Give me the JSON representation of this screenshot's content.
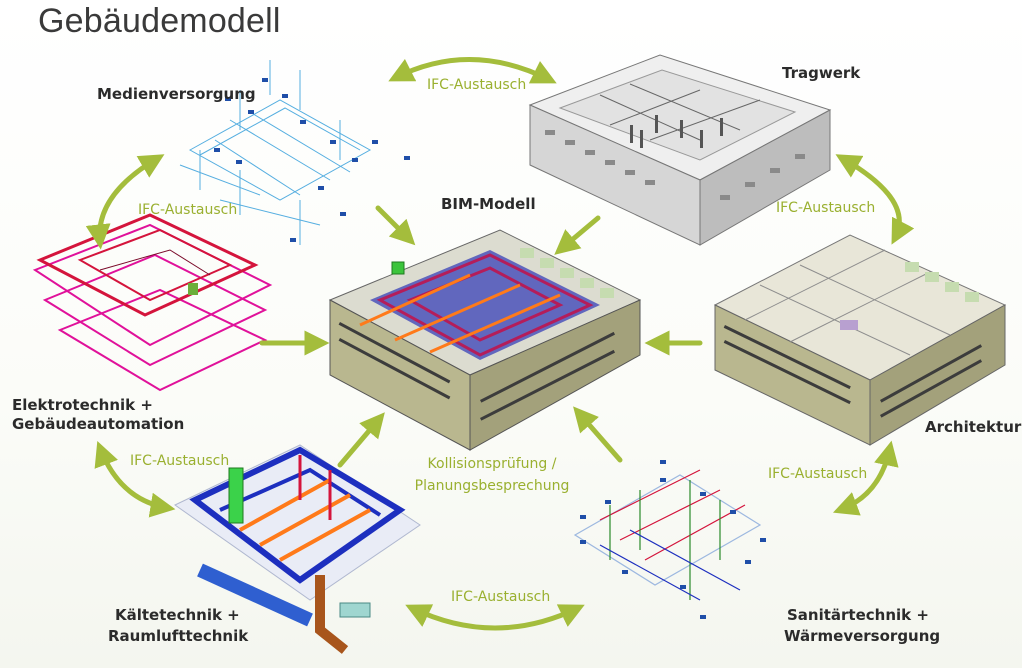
{
  "title": "Gebäudemodell",
  "center": {
    "label": "BIM-Modell",
    "note_line1": "Kollisionsprüfung /",
    "note_line2": "Planungsbesprechung"
  },
  "models": {
    "medienversorgung": "Medienversorgung",
    "tragwerk": "Tragwerk",
    "elektro_line1": "Elektrotechnik +",
    "elektro_line2": "Gebäudeautomation",
    "architektur": "Architektur",
    "kaelte_line1": "Kältetechnik +",
    "kaelte_line2": "Raumlufttechnik",
    "sanitaer_line1": "Sanitärtechnik +",
    "sanitaer_line2": "Wärmeversorgung"
  },
  "exchanges": {
    "top": "IFC-Austausch",
    "left": "IFC-Austausch",
    "right": "IFC-Austausch",
    "bottom_left": "IFC-Austausch",
    "bottom_right": "IFC-Austausch",
    "bottom": "IFC-Austausch"
  },
  "colors": {
    "arrow": "#a4bd3c",
    "building_facade": "#b9b78f",
    "structure": "#d8d8d8",
    "electrical": "#e0119a",
    "ducts": "#ff7a1a",
    "pipes": "#1d2fbf"
  }
}
